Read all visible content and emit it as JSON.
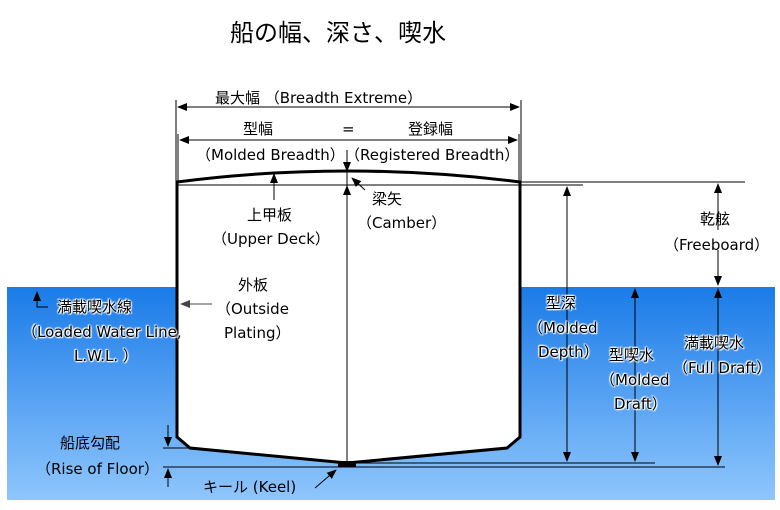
{
  "title": "船の幅、深さ、喫水",
  "labels": {
    "breadth_extreme": "最大幅 （Breadth Extreme）",
    "molded_breadth_jp": "型幅",
    "equals": "=",
    "registered_breadth_jp": "登録幅",
    "molded_breadth_en": "（Molded Breadth）",
    "registered_breadth_en": "（Registered Breadth）",
    "upper_deck_jp": "上甲板",
    "upper_deck_en": "（Upper Deck）",
    "camber_jp": "梁矢",
    "camber_en": "（Camber）",
    "freeboard_jp": "乾舷",
    "freeboard_en": "（Freeboard）",
    "outside_plating_jp": "外板",
    "outside_plating_en1": "（Outside",
    "outside_plating_en2": "Plating）",
    "lwl_jp": "満載喫水線",
    "lwl_en1": "（Loaded Water Line,",
    "lwl_en2": "L.W.L. ）",
    "molded_depth_jp": "型深",
    "molded_depth_en1": "（Molded",
    "molded_depth_en2": "Depth）",
    "molded_draft_jp": "型喫水",
    "molded_draft_en1": "（Molded",
    "molded_draft_en2": "Draft）",
    "full_draft_jp": "満載喫水",
    "full_draft_en": "（Full Draft）",
    "rise_of_floor_jp": "船底勾配",
    "rise_of_floor_en": "（Rise of Floor）",
    "keel": "キール (Keel)"
  },
  "colors": {
    "water_top": "#1a7be8",
    "water_bottom": "#8fc6fc"
  }
}
